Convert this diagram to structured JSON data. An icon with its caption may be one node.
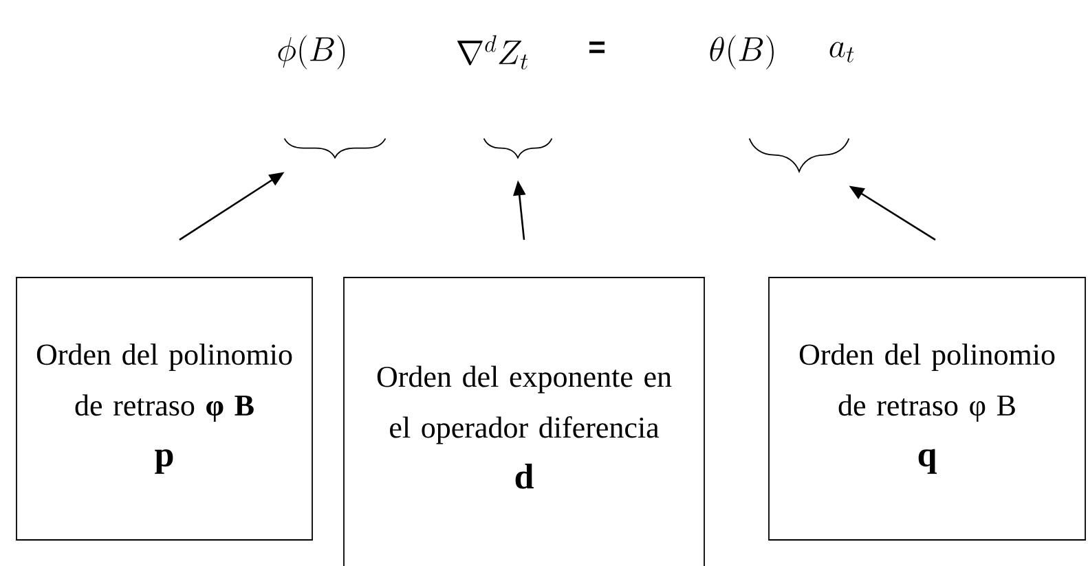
{
  "diagram": {
    "nodes": [
      {
        "text": [],
        "shape": "brace"
      },
      {
        "text": [],
        "shape": "brace"
      },
      {
        "text": [],
        "shape": "brace"
      },
      {
        "text": [
          "Orden del polinomio de retraso **φ B**",
          "p"
        ]
      },
      {
        "text": [
          "Orden del exponente en el operador diferencia",
          "d"
        ]
      },
      {
        "text": [
          "Orden del polinomio de retraso φ B",
          "q"
        ]
      }
    ],
    "edges": [
      {
        "from": 3,
        "to": 0,
        "arrow": "to"
      },
      {
        "from": 4,
        "to": 1,
        "arrow": "to"
      },
      {
        "from": 5,
        "to": 2,
        "arrow": "to"
      }
    ],
    "labels": [
      "\\phi(B)",
      "\\nabla^{d} Z_{t}",
      "=",
      "\\theta(B)",
      "a_{t}"
    ]
  }
}
